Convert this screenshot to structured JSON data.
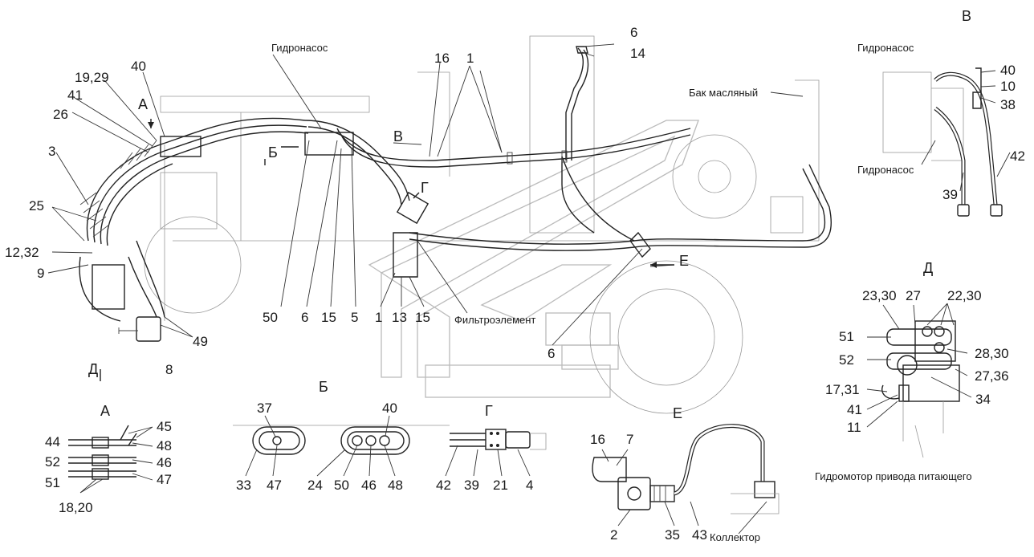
{
  "labels": {
    "pump_top": "Гидронасос",
    "pump_b1": "Гидронасос",
    "pump_b2": "Гидронасос",
    "oil_tank": "Бак масляный",
    "filter": "Фильтроэлемент",
    "motor": "Гидромотор привода питающего",
    "collector": "Коллектор"
  },
  "sections": {
    "A_main": "А",
    "B_main": "Б",
    "V_main": "В",
    "G_main": "Г",
    "D_main": "Д",
    "E_main": "Е",
    "V_title": "В",
    "D_title": "Д",
    "A_title": "А",
    "B_title": "Б",
    "G_title": "Г",
    "E_title": "Е"
  },
  "numbers": {
    "main": [
      "16",
      "1",
      "6",
      "14",
      "40",
      "19,29",
      "41",
      "26",
      "3",
      "25",
      "12,32",
      "9",
      "49",
      "8",
      "50",
      "6",
      "15",
      "5",
      "1",
      "13",
      "15",
      "6"
    ],
    "v": [
      "40",
      "10",
      "38",
      "42",
      "39"
    ],
    "d": [
      "23,30",
      "27",
      "22,30",
      "51",
      "52",
      "28,30",
      "27,36",
      "17,31",
      "34",
      "41",
      "11"
    ],
    "a": [
      "44",
      "52",
      "51",
      "45",
      "48",
      "46",
      "47",
      "18,20"
    ],
    "b": [
      "37",
      "33",
      "47",
      "40",
      "24",
      "50",
      "46",
      "48"
    ],
    "g": [
      "42",
      "39",
      "21",
      "4"
    ],
    "e": [
      "16",
      "7",
      "2",
      "35",
      "43"
    ]
  },
  "footer_label": "Д"
}
